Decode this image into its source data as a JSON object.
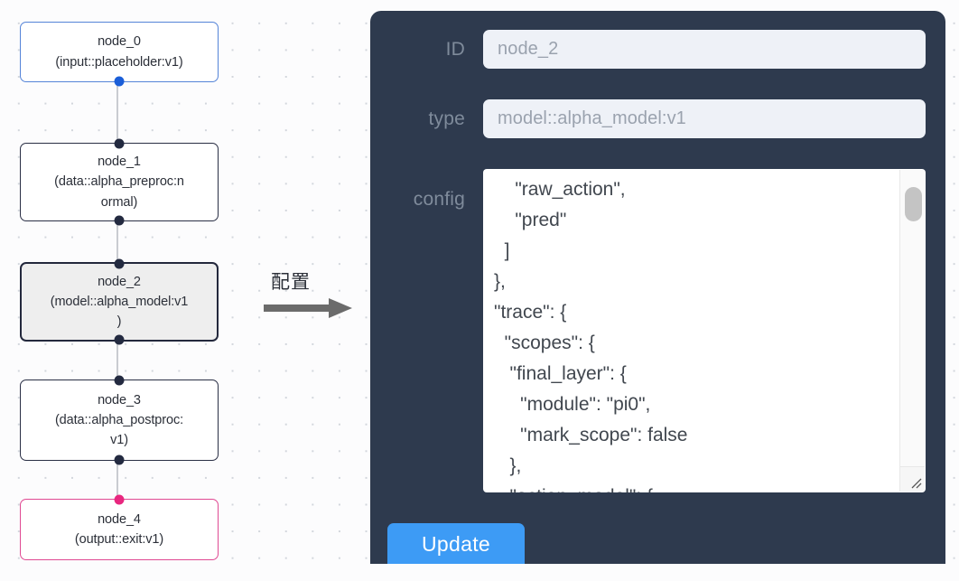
{
  "graph": {
    "nodes": [
      {
        "id": "node_0",
        "type_line": "(input::placeholder:v1)",
        "variant": "input"
      },
      {
        "id": "node_1",
        "type_line": "(data::alpha_preproc:n",
        "type_line2": "ormal)",
        "variant": "default"
      },
      {
        "id": "node_2",
        "type_line": "(model::alpha_model:v1",
        "type_line2": ")",
        "variant": "selected"
      },
      {
        "id": "node_3",
        "type_line": "(data::alpha_postproc:",
        "type_line2": "v1)",
        "variant": "default"
      },
      {
        "id": "node_4",
        "type_line": "(output::exit:v1)",
        "variant": "output"
      }
    ]
  },
  "annotation": {
    "label": "配置",
    "arrow_icon": "right-arrow-icon"
  },
  "inspector": {
    "id_label": "ID",
    "id_value": "node_2",
    "type_label": "type",
    "type_value": "model::alpha_model:v1",
    "config_label": "config",
    "config_value": "    \"raw_action\",\n    \"pred\"\n  ]\n},\n\"trace\": {\n  \"scopes\": {\n   \"final_layer\": {\n     \"module\": \"pi0\",\n     \"mark_scope\": false\n   },\n   \"action_model\": {",
    "update_label": "Update"
  },
  "colors": {
    "panel_bg": "#2e3a4e",
    "input_bg": "#eef1f7",
    "accent_button": "#3d9bf5",
    "input_node_border": "#5584d8",
    "output_node_border": "#e04a93",
    "selected_node_bg": "#eeeeee",
    "handle_default": "#232a40",
    "handle_input": "#1a5ed8",
    "handle_output": "#e8277f"
  }
}
